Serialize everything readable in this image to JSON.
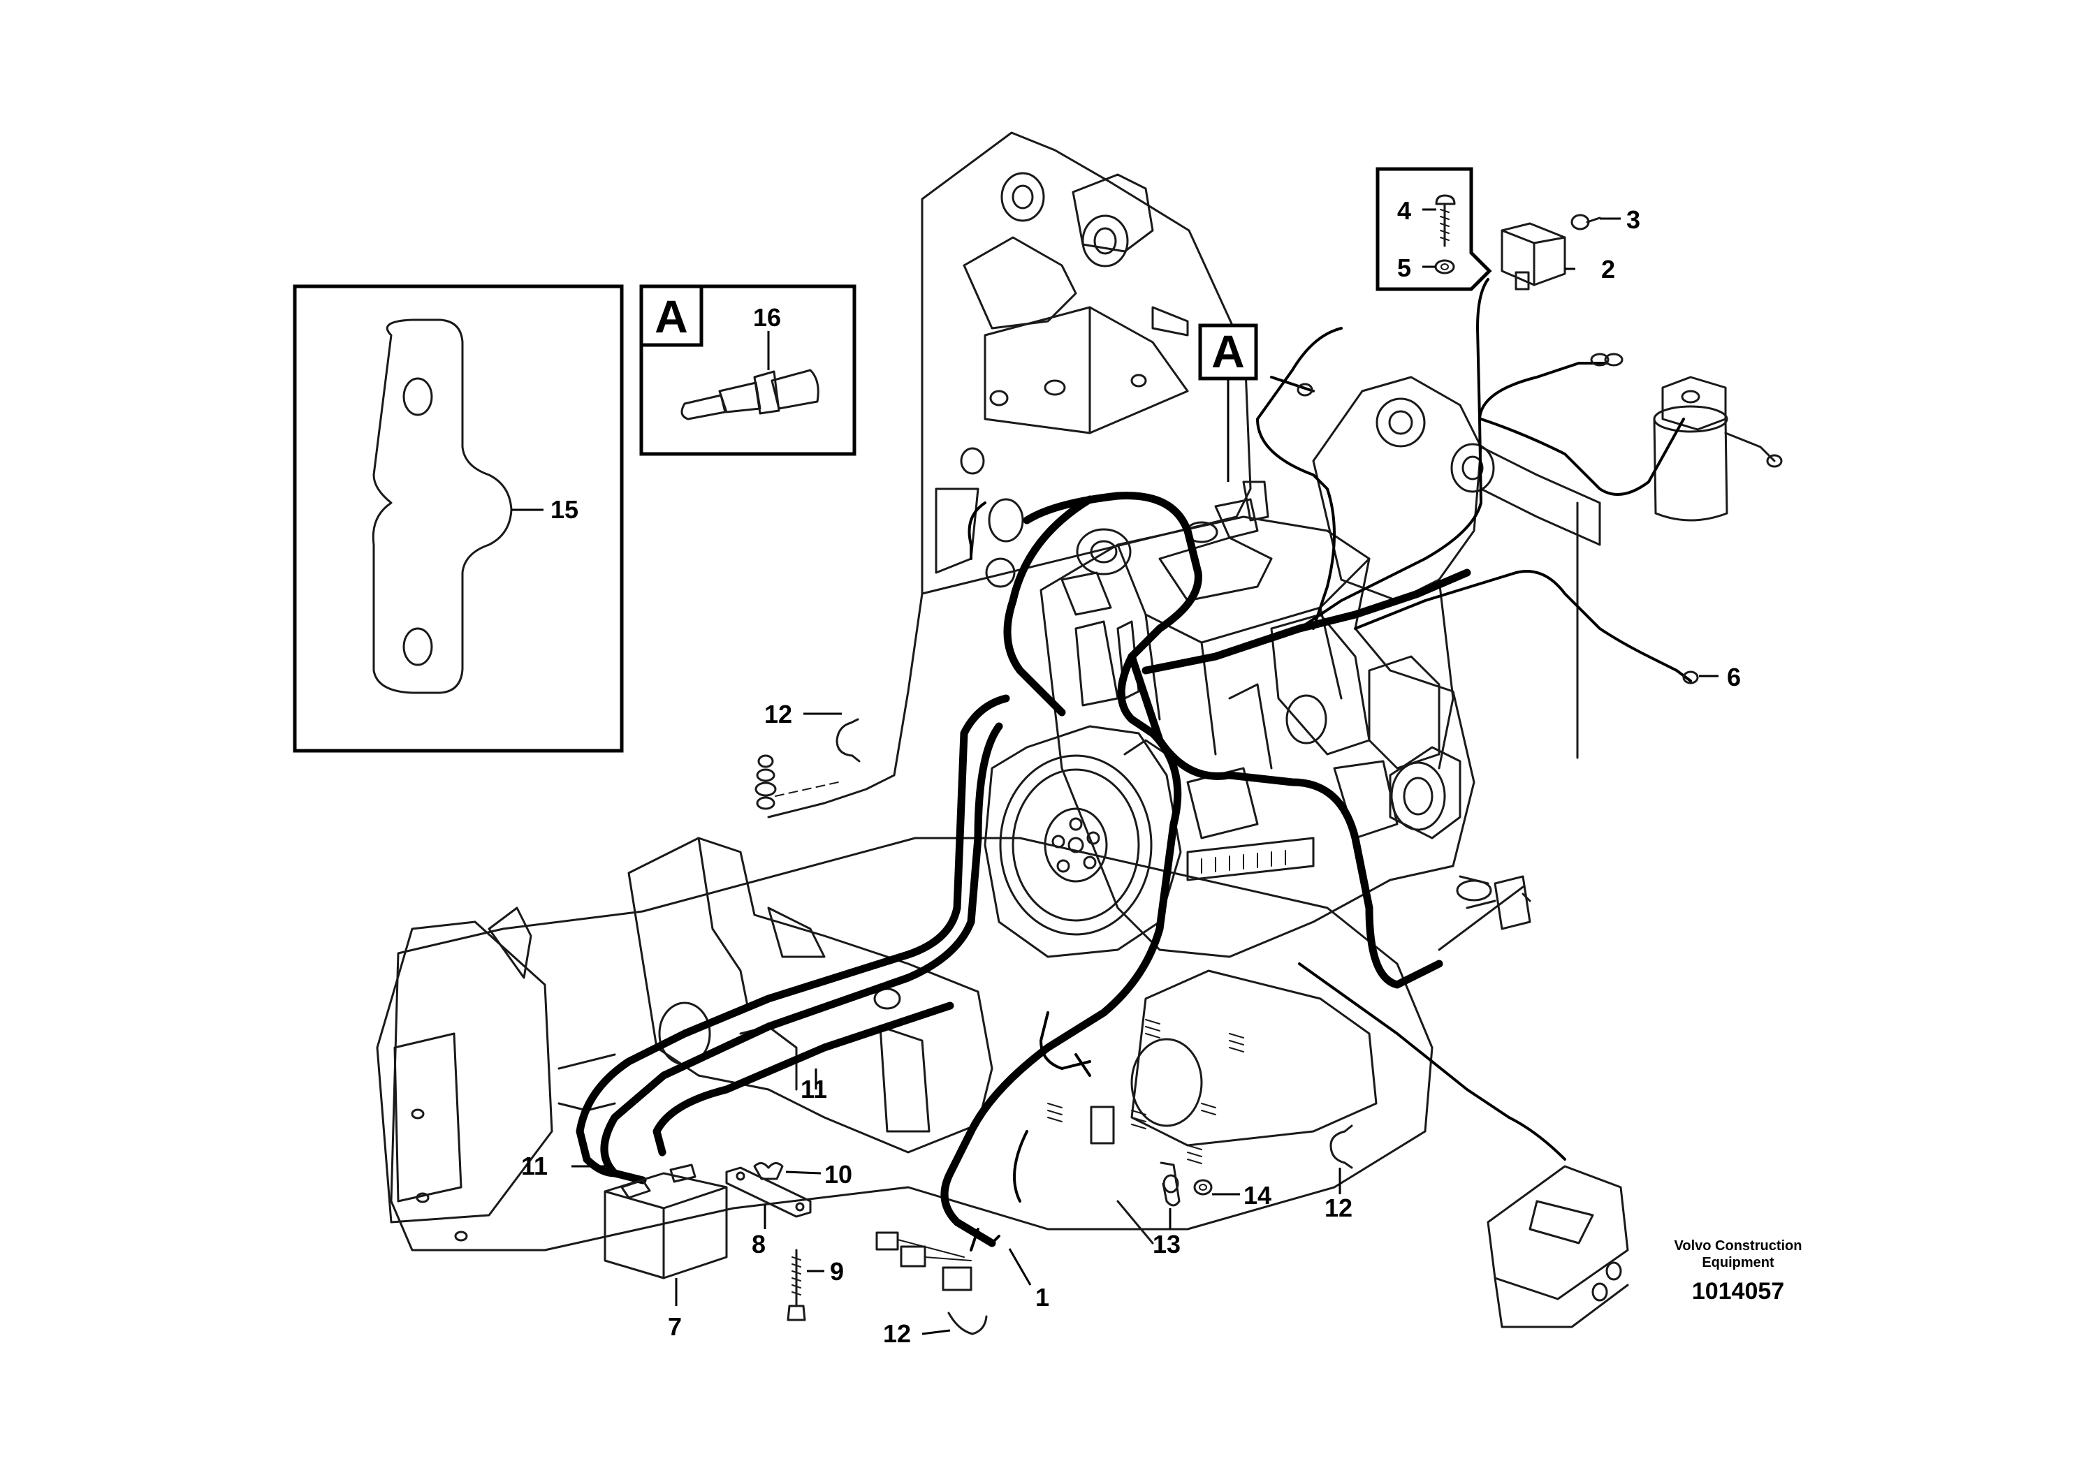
{
  "callouts": {
    "c1": "1",
    "c2": "2",
    "c3": "3",
    "c4": "4",
    "c5": "5",
    "c6": "6",
    "c7": "7",
    "c8": "8",
    "c9": "9",
    "c10": "10",
    "c11a": "11",
    "c11b": "11",
    "c12a": "12",
    "c12b": "12",
    "c12c": "12",
    "c13": "13",
    "c14": "14",
    "c15": "15",
    "c16": "16"
  },
  "detail_markers": {
    "inset": "A",
    "main": "A"
  },
  "credit": {
    "line1": "Volvo Construction",
    "line2": "Equipment"
  },
  "document_number": "1014057"
}
